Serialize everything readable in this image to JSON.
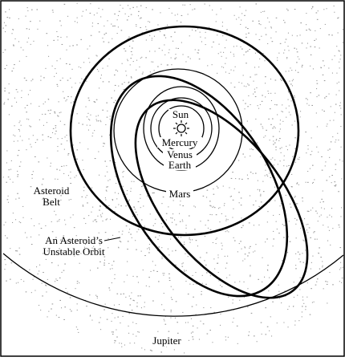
{
  "labels": {
    "sun": "Sun",
    "mercury": "Mercury",
    "venus": "Venus",
    "earth": "Earth",
    "mars": "Mars",
    "jupiter": "Jupiter",
    "asteroid_belt_line1": "Asteroid",
    "asteroid_belt_line2": "Belt",
    "unstable_orbit_line1": "An Asteroid’s",
    "unstable_orbit_line2": "Unstable Orbit"
  },
  "colors": {
    "ink": "#000000",
    "asteroid_dots": "#9a9a9a",
    "background": "#ffffff"
  },
  "icons": {
    "sun": "sun-icon"
  }
}
